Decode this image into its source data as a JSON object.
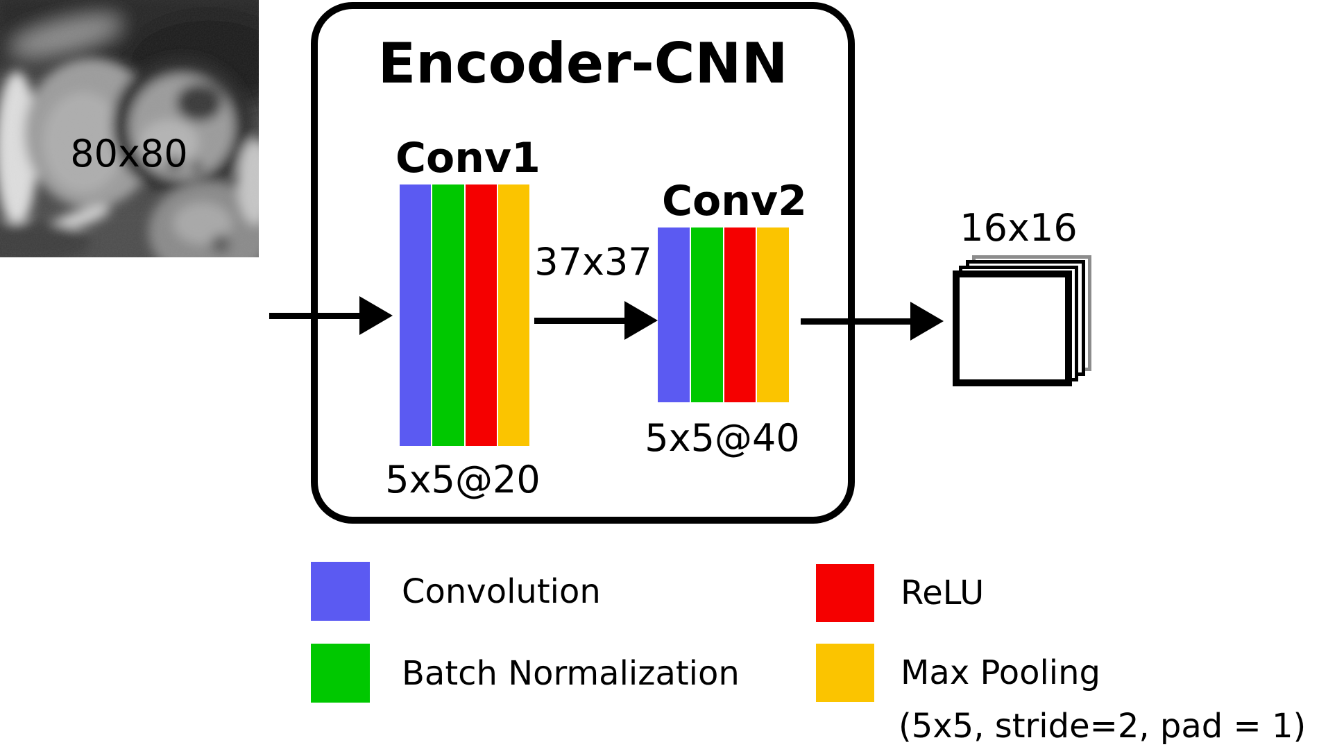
{
  "figure": {
    "title": "Encoder-CNN",
    "input_label": "80x80",
    "intermediate_label": "37x37",
    "output_label": "16x16",
    "conv1": {
      "name": "Conv1",
      "spec": "5x5@20"
    },
    "conv2": {
      "name": "Conv2",
      "spec": "5x5@40"
    }
  },
  "legend": {
    "items": [
      {
        "key": "convolution",
        "label": "Convolution"
      },
      {
        "key": "batch_norm",
        "label": "Batch Normalization"
      },
      {
        "key": "relu",
        "label": "ReLU"
      },
      {
        "key": "max_pooling",
        "label": "Max Pooling",
        "note": "(5x5, stride=2, pad = 1)"
      }
    ]
  },
  "colors": {
    "convolution": "#5B5AF2",
    "batch_norm": "#00C800",
    "relu": "#F50000",
    "max_pooling": "#FBC400",
    "outline": "#000000"
  },
  "layer_bar_order": [
    "convolution",
    "batch_norm",
    "relu",
    "max_pooling"
  ]
}
